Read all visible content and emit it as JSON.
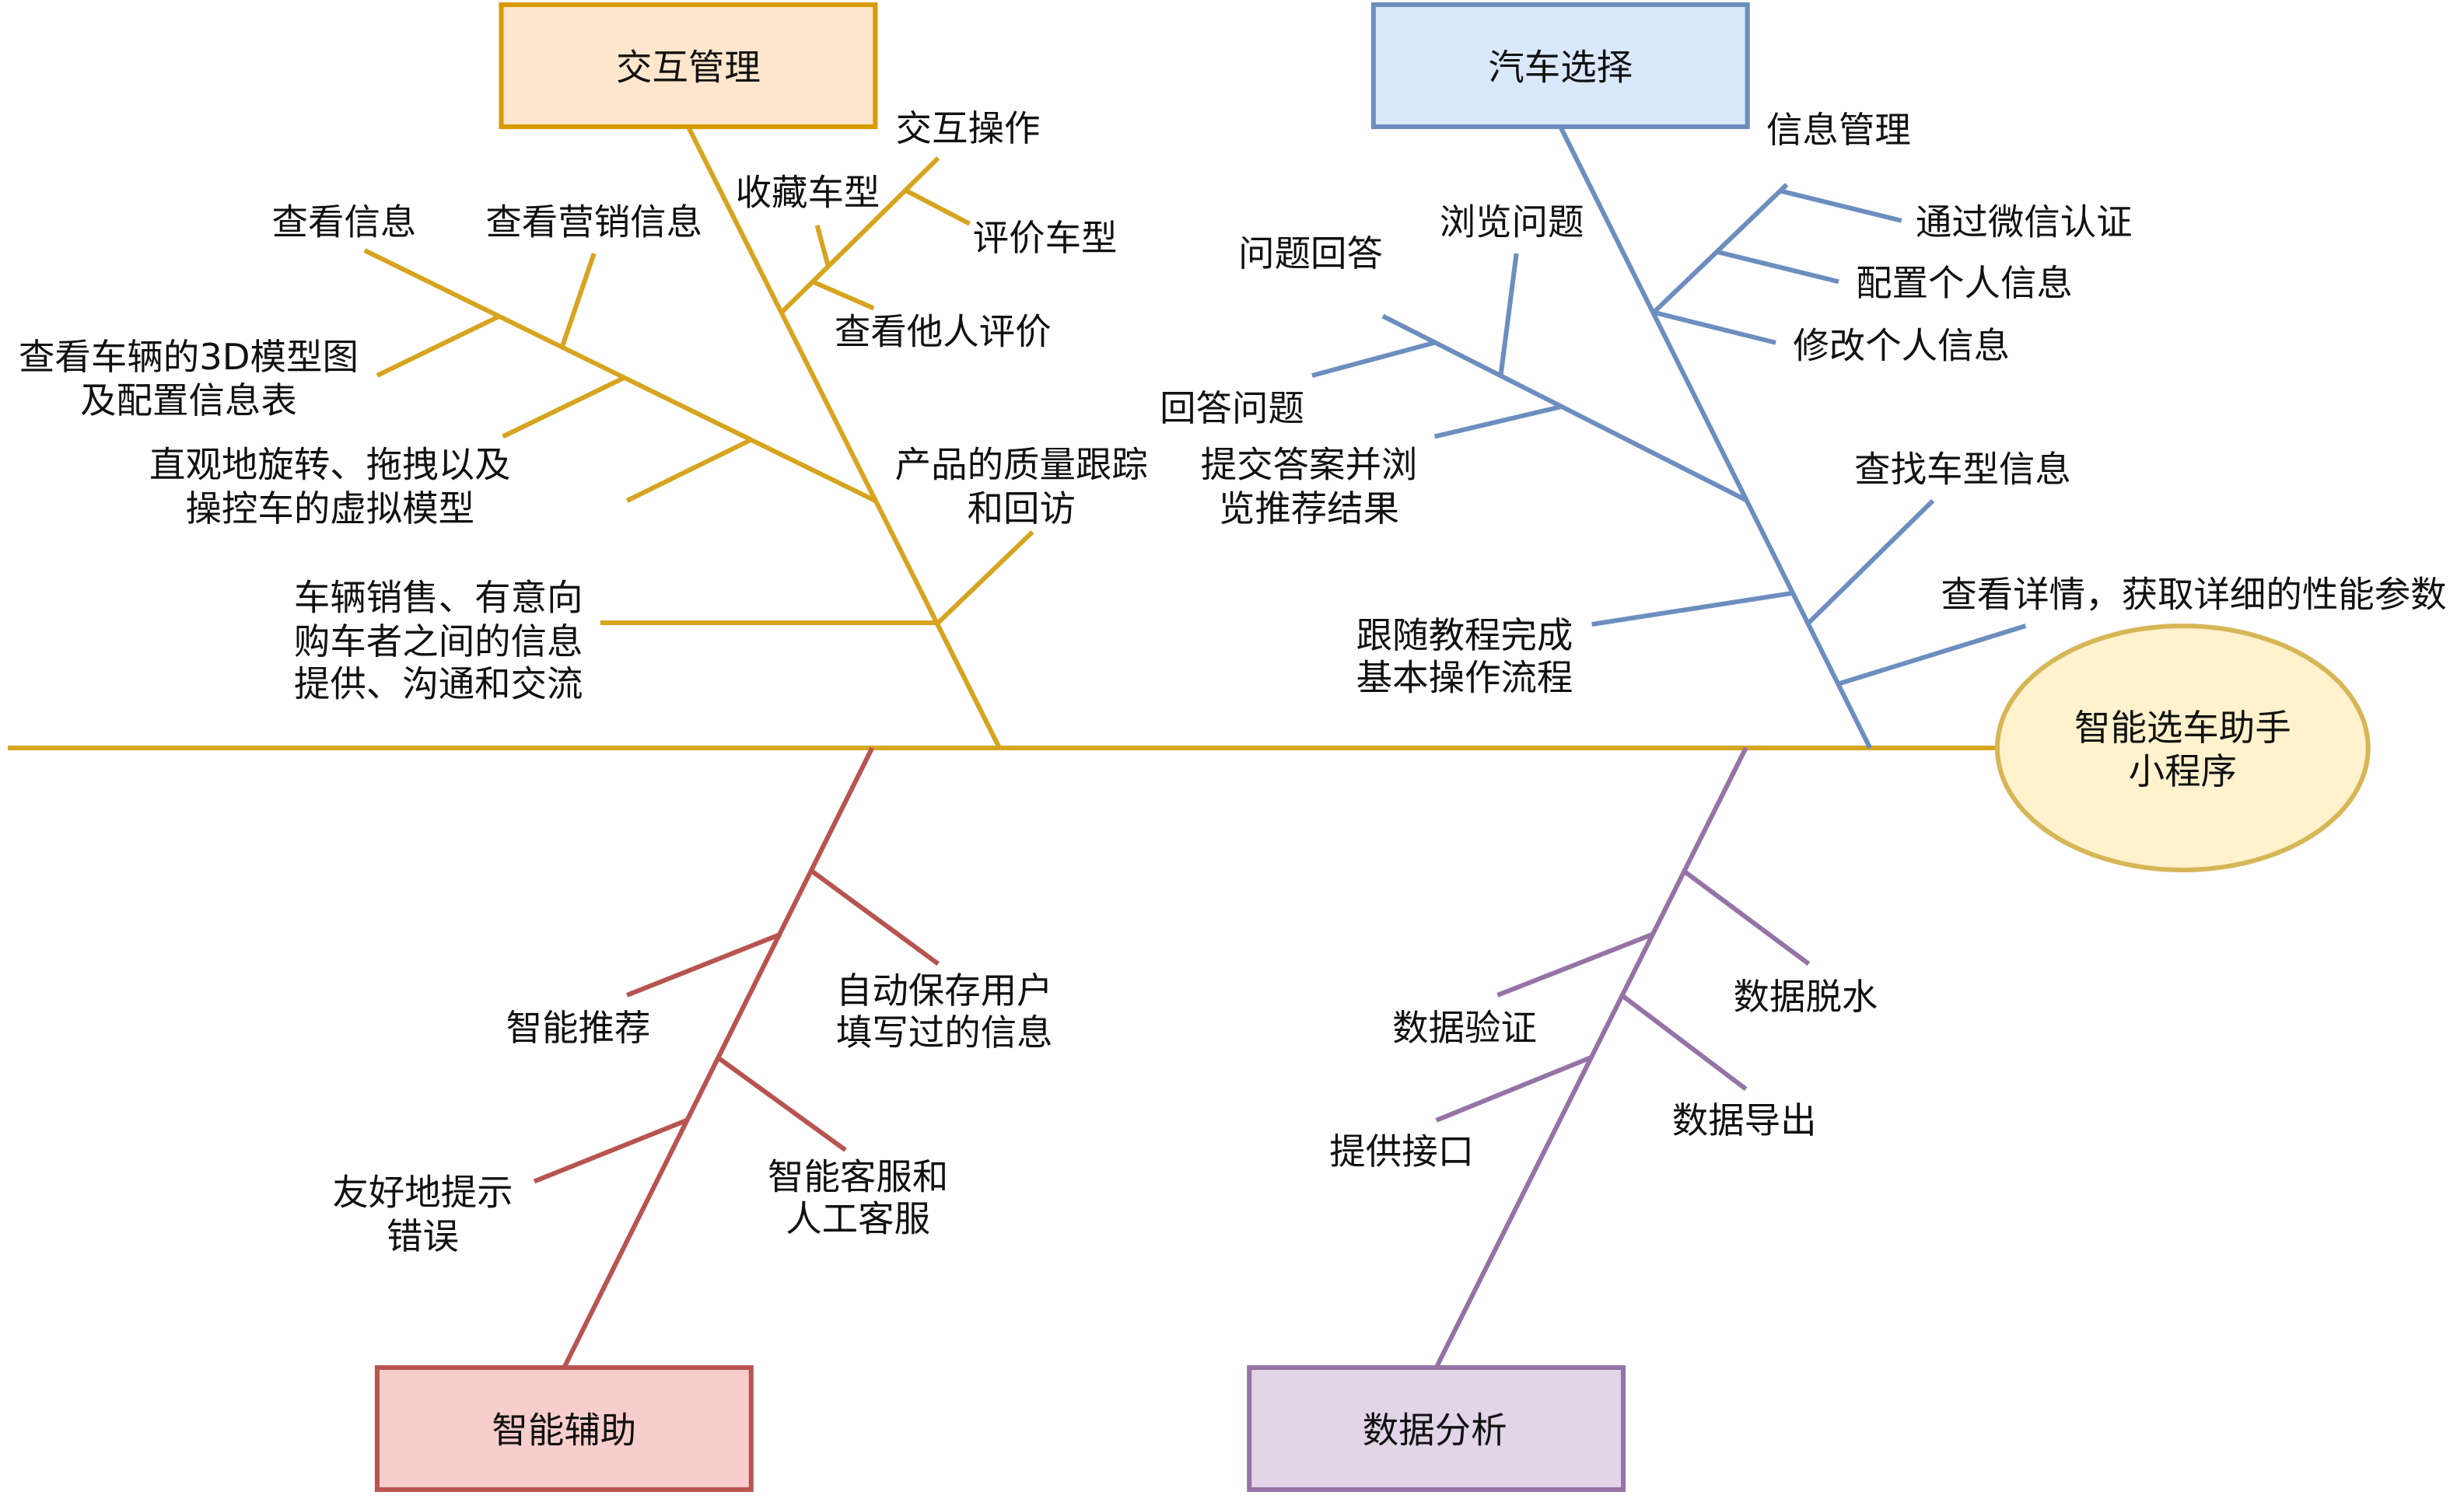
{
  "head": {
    "lines": [
      "智能选车助手",
      "小程序"
    ],
    "fill": "#FFF2CC",
    "stroke": "#D6B656"
  },
  "spine": {
    "color": "#D6A41E"
  },
  "categories": [
    {
      "title": "交互管理",
      "fill": "#FFE6CC",
      "stroke": "#D79B00",
      "bone": "#D6A41E",
      "causes": [
        {
          "lines": [
            "交互操作"
          ],
          "subs": [
            [
              "收藏车型"
            ],
            [
              "评价车型"
            ],
            [
              "查看他人评价"
            ]
          ]
        },
        {
          "lines": [
            "查看信息"
          ],
          "subs": [
            [
              "查看营销信息"
            ],
            [
              "查看车辆的3D模型图",
              "及配置信息表"
            ],
            [
              "直观地旋转、拖拽以及",
              "操控车的虚拟模型"
            ]
          ]
        },
        {
          "lines": [
            "产品的质量跟踪",
            "和回访"
          ]
        },
        {
          "lines": [
            "车辆销售、有意向",
            "购车者之间的信息",
            "提供、沟通和交流"
          ]
        }
      ]
    },
    {
      "title": "汽车选择",
      "fill": "#DAE8FC",
      "stroke": "#6C8EBF",
      "bone": "#6C8EBF",
      "causes": [
        {
          "lines": [
            "信息管理"
          ],
          "subs": [
            [
              "通过微信认证"
            ],
            [
              "配置个人信息"
            ],
            [
              "修改个人信息"
            ]
          ]
        },
        {
          "lines": [
            "问题回答"
          ],
          "subs": [
            [
              "浏览问题"
            ],
            [
              "回答问题"
            ],
            [
              "提交答案并浏",
              "览推荐结果"
            ]
          ]
        },
        {
          "lines": [
            "查找车型信息"
          ]
        },
        {
          "lines": [
            "跟随教程完成",
            "基本操作流程"
          ]
        },
        {
          "lines": [
            "查看详情，获取详细的性能参数"
          ]
        }
      ]
    },
    {
      "title": "智能辅助",
      "fill": "#F8CECC",
      "stroke": "#B85450",
      "bone": "#B85450",
      "causes": [
        {
          "lines": [
            "自动保存用户",
            "填写过的信息"
          ]
        },
        {
          "lines": [
            "智能推荐"
          ]
        },
        {
          "lines": [
            "智能客服和",
            "人工客服"
          ]
        },
        {
          "lines": [
            "友好地提示",
            "错误"
          ]
        }
      ]
    },
    {
      "title": "数据分析",
      "fill": "#E1D5E7",
      "stroke": "#9673A6",
      "bone": "#9673A6",
      "causes": [
        {
          "lines": [
            "数据脱水"
          ]
        },
        {
          "lines": [
            "数据验证"
          ]
        },
        {
          "lines": [
            "数据导出"
          ]
        },
        {
          "lines": [
            "提供接口"
          ]
        }
      ]
    }
  ]
}
